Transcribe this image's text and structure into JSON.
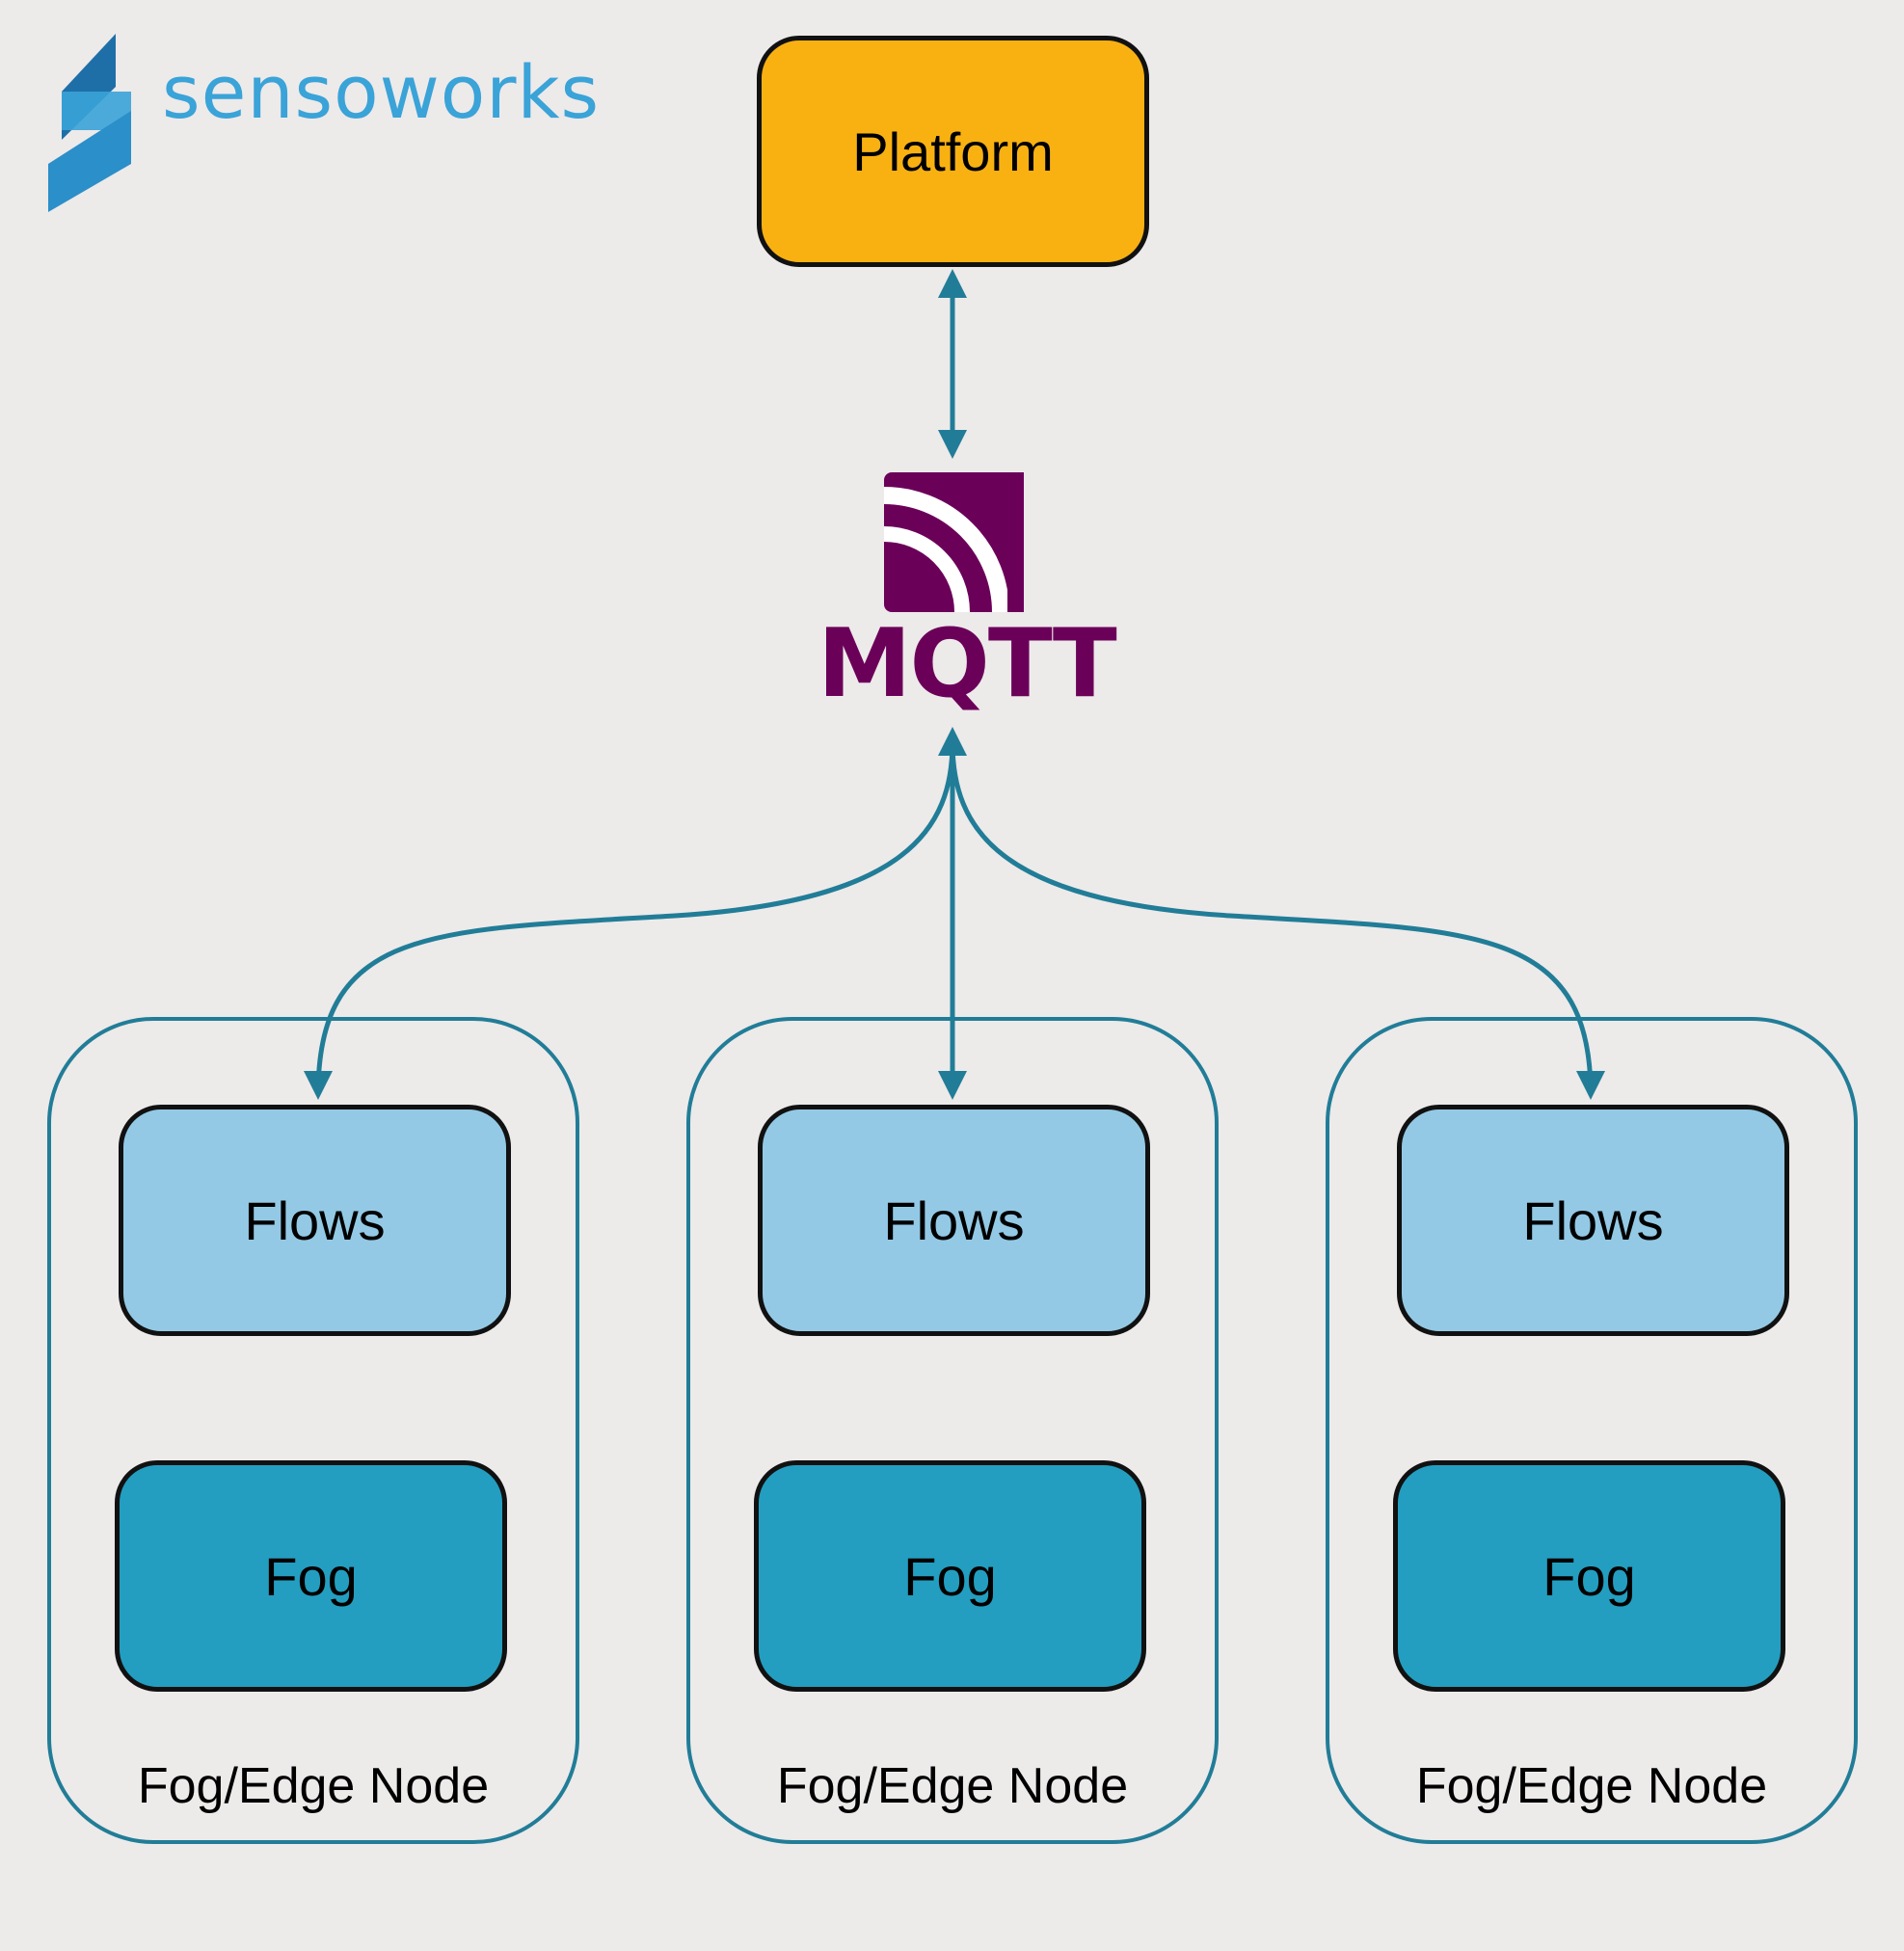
{
  "brand": {
    "name": "sensoworks",
    "colors": {
      "logo_light": "#3aa3d8",
      "logo_dark": "#1e6fa8"
    }
  },
  "platform": {
    "label": "Platform",
    "color": "#f9b112"
  },
  "mqtt": {
    "label": "MQTT",
    "color": "#6b0059",
    "icon": "mqtt-wireless-icon"
  },
  "connector_color": "#217d97",
  "nodes": [
    {
      "label": "Fog/Edge Node",
      "flows_label": "Flows",
      "fog_label": "Fog"
    },
    {
      "label": "Fog/Edge Node",
      "flows_label": "Flows",
      "fog_label": "Fog"
    },
    {
      "label": "Fog/Edge Node",
      "flows_label": "Flows",
      "fog_label": "Fog"
    }
  ],
  "colors": {
    "flows": "#93c9e5",
    "fog": "#239ec0",
    "background": "#edeaea"
  }
}
